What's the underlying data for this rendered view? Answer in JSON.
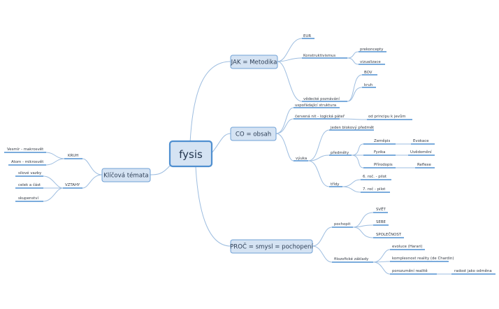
{
  "center": "fysis",
  "left": {
    "title": "Klíčová témata",
    "groups": [
      {
        "label": "KRUH",
        "items": [
          "Vesmír - makrosvět",
          "Atom - mikrosvět"
        ]
      },
      {
        "label": "VZTAHY",
        "items": [
          "silové vazby",
          "celek a část",
          "skupenství"
        ]
      }
    ]
  },
  "jak": {
    "title": "JAK = Metodika",
    "eur": "EUR",
    "konstr": "Konstruktivismus",
    "konstr_items": [
      "prekoncepty",
      "vizualizace"
    ],
    "ved": "vědecké poznávání",
    "ved_items": [
      "BOV",
      "kruh"
    ]
  },
  "co": {
    "title": "CO = obsah",
    "struktura": "uspořádající struktura",
    "nit": "červená nit - logická páteř",
    "nit_child": "od principu k jevům",
    "vyuka": "výuka",
    "blok": "jeden blokový předmět",
    "predmety": "předměty",
    "subjects": [
      {
        "name": "Zeměpis",
        "child": "Evokace"
      },
      {
        "name": "Fyzika",
        "child": "Uvědomění"
      },
      {
        "name": "Přírodopis",
        "child": "Reflexe"
      }
    ],
    "tridy": "třídy",
    "tridy_items": [
      "6. roč. - pilot",
      "7. roč - pilot"
    ]
  },
  "proc": {
    "title": "PROČ = smysl = pochopení",
    "pochopit": "pochopit",
    "pochopit_items": [
      "SVĚT",
      "SEBE",
      "SPOLEČNOST"
    ],
    "filo": "filozofické základy",
    "filo_items": [
      "evoluce (Harari)",
      "komplexnost reality (de Chardin)",
      "porozumění realitě"
    ],
    "porozumeni_child": "radost jako odměna"
  },
  "colors": {
    "connector": "#9dbde0",
    "underline": "#4f8fd0",
    "node_fill": "#d5e3f3",
    "node_border": "#4f8fd0"
  }
}
